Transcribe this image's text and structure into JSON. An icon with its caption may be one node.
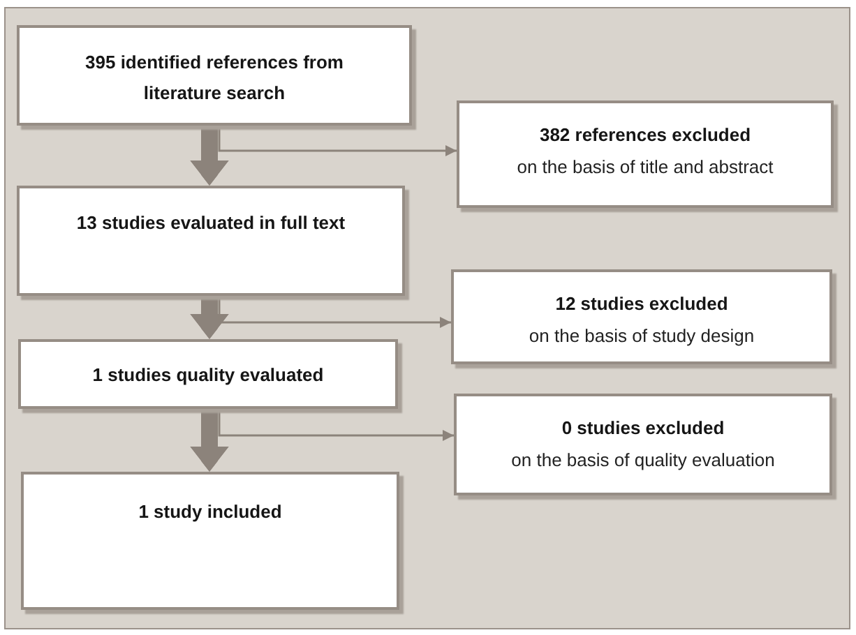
{
  "diagram": {
    "nodes": [
      {
        "text": [
          "395 identified references from literature search"
        ]
      },
      {
        "text": [
          "382 references excluded",
          "on the basis of title and abstract"
        ]
      },
      {
        "text": [
          "13 studies evaluated in full text"
        ]
      },
      {
        "text": [
          "12 studies excluded",
          "on the basis of study design"
        ]
      },
      {
        "text": [
          "1 studies quality evaluated"
        ]
      },
      {
        "text": [
          "0 studies excluded",
          "on the basis of quality evaluation"
        ]
      },
      {
        "text": [
          "1 study included"
        ]
      }
    ],
    "edges": [
      {
        "from": 0,
        "to": 2,
        "arrow": "to",
        "style": "thick"
      },
      {
        "from": 0,
        "to": 1,
        "arrow": "to"
      },
      {
        "from": 2,
        "to": 4,
        "arrow": "to",
        "style": "thick"
      },
      {
        "from": 2,
        "to": 3,
        "arrow": "to"
      },
      {
        "from": 4,
        "to": 6,
        "arrow": "to",
        "style": "thick"
      },
      {
        "from": 4,
        "to": 5,
        "arrow": "to"
      }
    ]
  }
}
